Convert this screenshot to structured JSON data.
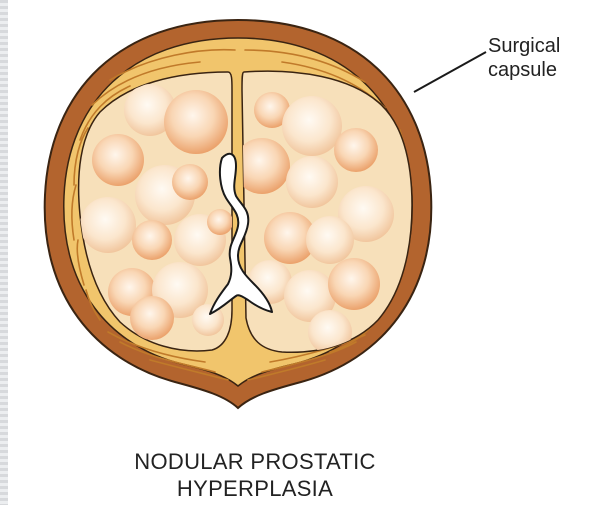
{
  "labels": {
    "capsule_line1": "Surgical",
    "capsule_line2": "capsule",
    "title_line1": "NODULAR PROSTATIC",
    "title_line2": "HYPERPLASIA"
  },
  "colors": {
    "capsule": "#b3642e",
    "stroma": "#f1c56c",
    "stroma_fiber": "#c07a2a",
    "lobe_fill": "#f7e0ba",
    "nodule_light": "#fff5ea",
    "nodule_dark": "#eaa06a",
    "urethra": "#ffffff"
  }
}
